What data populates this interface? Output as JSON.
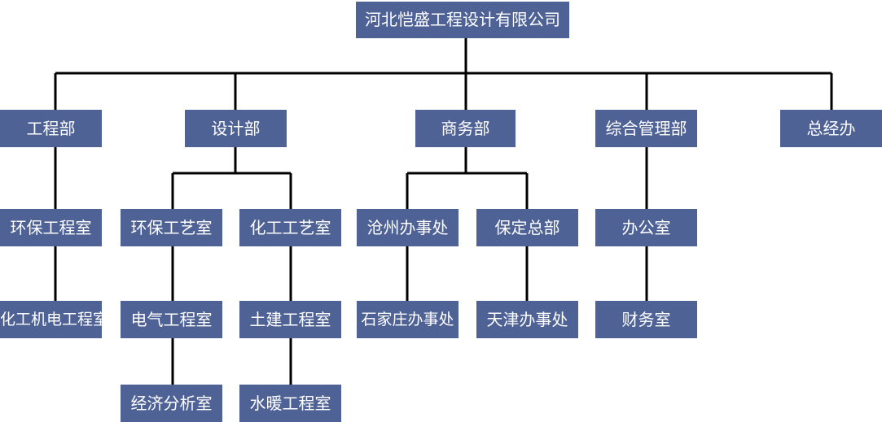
{
  "chart": {
    "root": "河北恺盛工程设计有限公司",
    "departments": {
      "engineering": "工程部",
      "design": "设计部",
      "business": "商务部",
      "admin": "综合管理部",
      "gm_office": "总经办"
    },
    "units": {
      "env_engineering": "环保工程室",
      "chem_mech_elec": "化工机电工程室",
      "env_process": "环保工艺室",
      "electrical": "电气工程室",
      "economic_analysis": "经济分析室",
      "chem_process": "化工工艺室",
      "civil": "土建工程室",
      "hvac": "水暖工程室",
      "cangzhou_office": "沧州办事处",
      "shijiazhuang_office": "石家庄办事处",
      "baoding_hq": "保定总部",
      "tianjin_office": "天津办事处",
      "office": "办公室",
      "finance": "财务室"
    }
  },
  "colors": {
    "node_fill": "#4f6296",
    "node_text": "#ffffff",
    "connector": "#000000"
  }
}
